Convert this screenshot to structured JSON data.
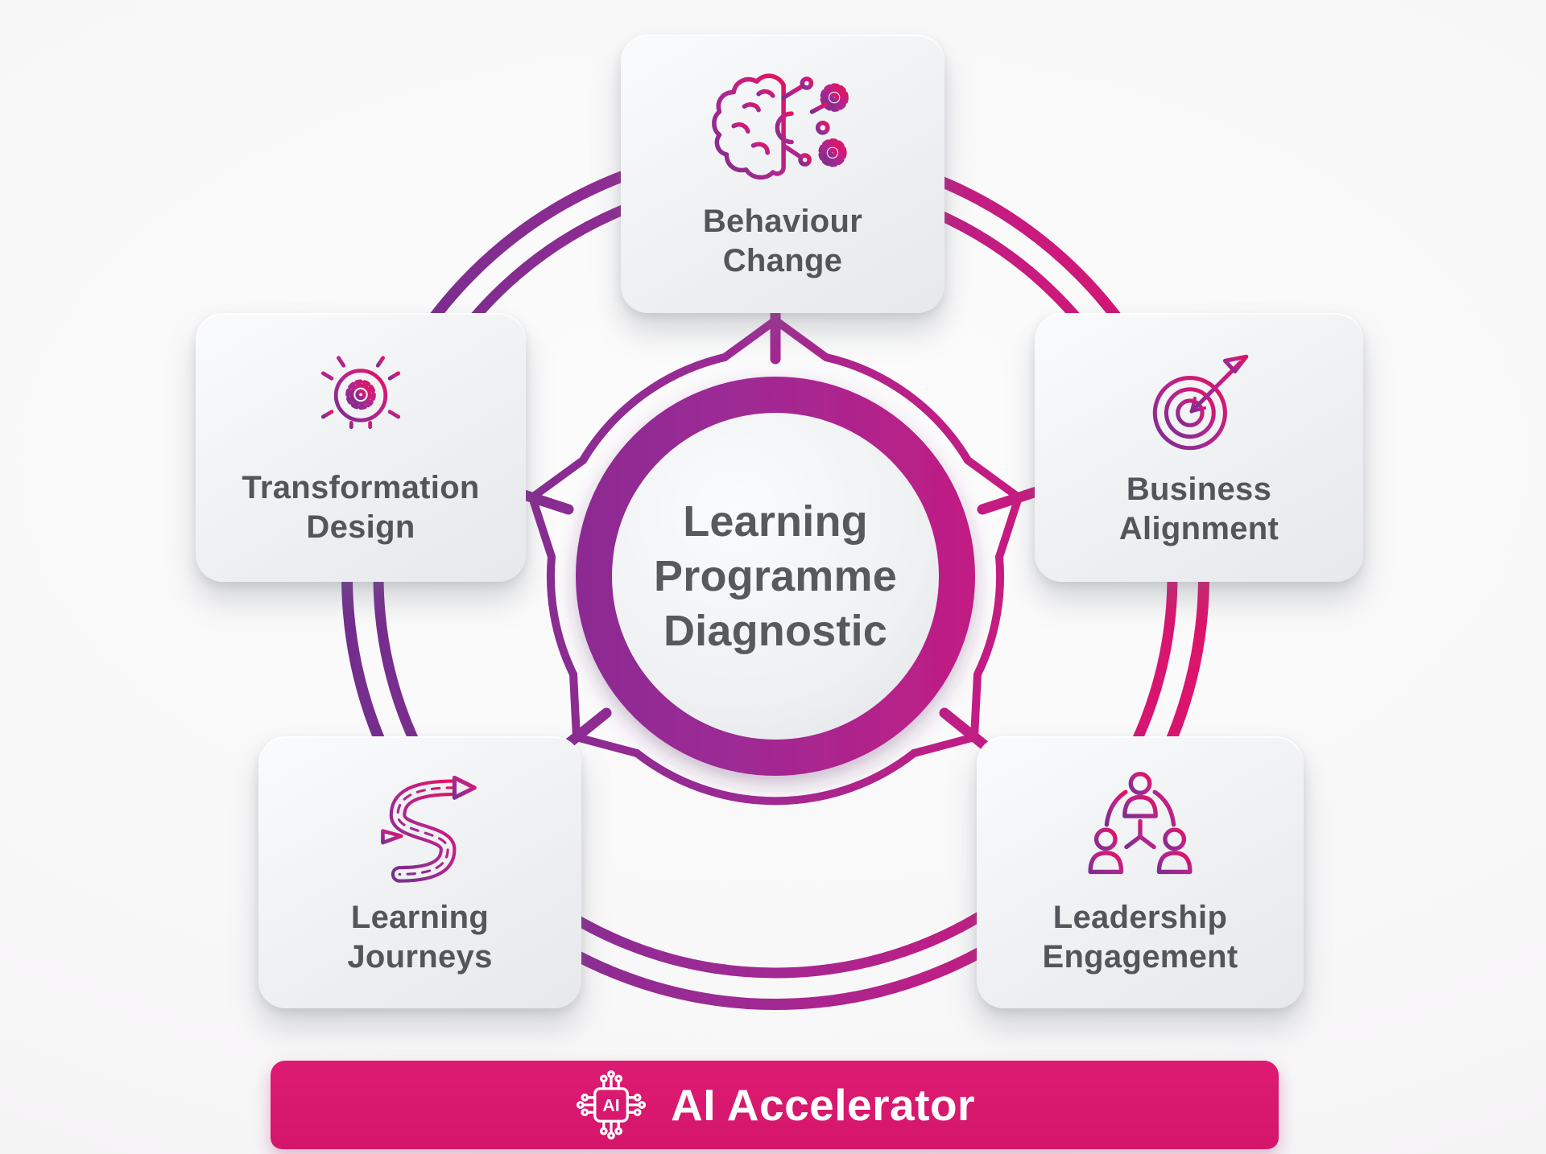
{
  "diagram": {
    "center": {
      "title": "Learning Programme Diagnostic"
    },
    "nodes": [
      {
        "id": "behaviour-change",
        "label": "Behaviour Change",
        "icon": "brain-circuit-icon",
        "position": "top"
      },
      {
        "id": "transformation-design",
        "label": "Transformation Design",
        "icon": "lightbulb-gear-icon",
        "position": "left"
      },
      {
        "id": "business-alignment",
        "label": "Business Alignment",
        "icon": "target-arrow-icon",
        "position": "right"
      },
      {
        "id": "learning-journeys",
        "label": "Learning Journeys",
        "icon": "winding-road-icon",
        "position": "bottom-left"
      },
      {
        "id": "leadership-engagement",
        "label": "Leadership Engagement",
        "icon": "team-hierarchy-icon",
        "position": "bottom-right"
      }
    ],
    "footer": {
      "label": "AI Accelerator",
      "icon": "ai-chip-icon",
      "chip_text": "AI"
    },
    "colors": {
      "purple": "#6E2F8C",
      "magenta": "#9D2A95",
      "pink": "#E31166",
      "banner_pink": "#D8186C",
      "text_dark": "#54555A",
      "box_fill": "#EEF0F2"
    }
  }
}
